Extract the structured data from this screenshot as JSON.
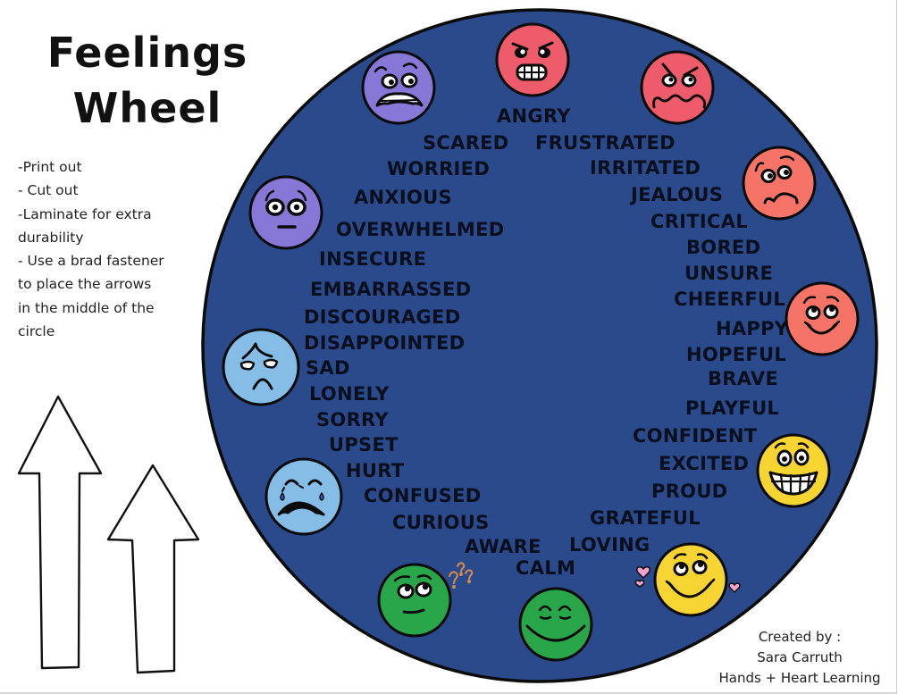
{
  "title": {
    "line1": "Feelings",
    "line2": "Wheel"
  },
  "instructions": [
    "-Print out",
    "- Cut out",
    "-Laminate for extra",
    "durability",
    "- Use a brad fastener",
    "to place the arrows",
    "in the middle of the",
    "circle"
  ],
  "credits": {
    "line1": "Created by :",
    "line2": "Sara Carruth",
    "line3": "Hands + Heart Learning"
  },
  "colors": {
    "wheel": "#2a4a8c",
    "wheel_outline": "#0b0b0b",
    "purple": "#8777d6",
    "red": "#ee5b6a",
    "salmon": "#f57467",
    "yellow": "#f6d431",
    "green": "#2aa64a",
    "light_blue": "#85bde7",
    "heart_pink": "#f3a3cf",
    "question_orange": "#d88a4f"
  },
  "faces": [
    {
      "emotion": "scared",
      "color": "purple"
    },
    {
      "emotion": "angry",
      "color": "red"
    },
    {
      "emotion": "frustrated",
      "color": "red"
    },
    {
      "emotion": "jealous",
      "color": "salmon"
    },
    {
      "emotion": "happy",
      "color": "salmon"
    },
    {
      "emotion": "excited",
      "color": "yellow"
    },
    {
      "emotion": "loving",
      "color": "yellow"
    },
    {
      "emotion": "calm",
      "color": "green"
    },
    {
      "emotion": "curious",
      "color": "green"
    },
    {
      "emotion": "crying",
      "color": "light_blue"
    },
    {
      "emotion": "sad",
      "color": "light_blue"
    },
    {
      "emotion": "overwhelmed",
      "color": "purple"
    }
  ],
  "words": [
    "ANGRY",
    "FRUSTRATED",
    "IRRITATED",
    "JEALOUS",
    "CRITICAL",
    "BORED",
    "UNSURE",
    "CHEERFUL",
    "HAPPY",
    "HOPEFUL",
    "BRAVE",
    "PLAYFUL",
    "CONFIDENT",
    "EXCITED",
    "PROUD",
    "GRATEFUL",
    "LOVING",
    "CALM",
    "AWARE",
    "CURIOUS",
    "CONFUSED",
    "HURT",
    "UPSET",
    "SORRY",
    "LONELY",
    "SAD",
    "DISAPPOINTED",
    "DISCOURAGED",
    "EMBARRASSED",
    "INSECURE",
    "OVERWHELMED",
    "ANXIOUS",
    "WORRIED",
    "SCARED"
  ],
  "arrows": [
    {
      "name": "long-arrow"
    },
    {
      "name": "short-arrow"
    }
  ]
}
